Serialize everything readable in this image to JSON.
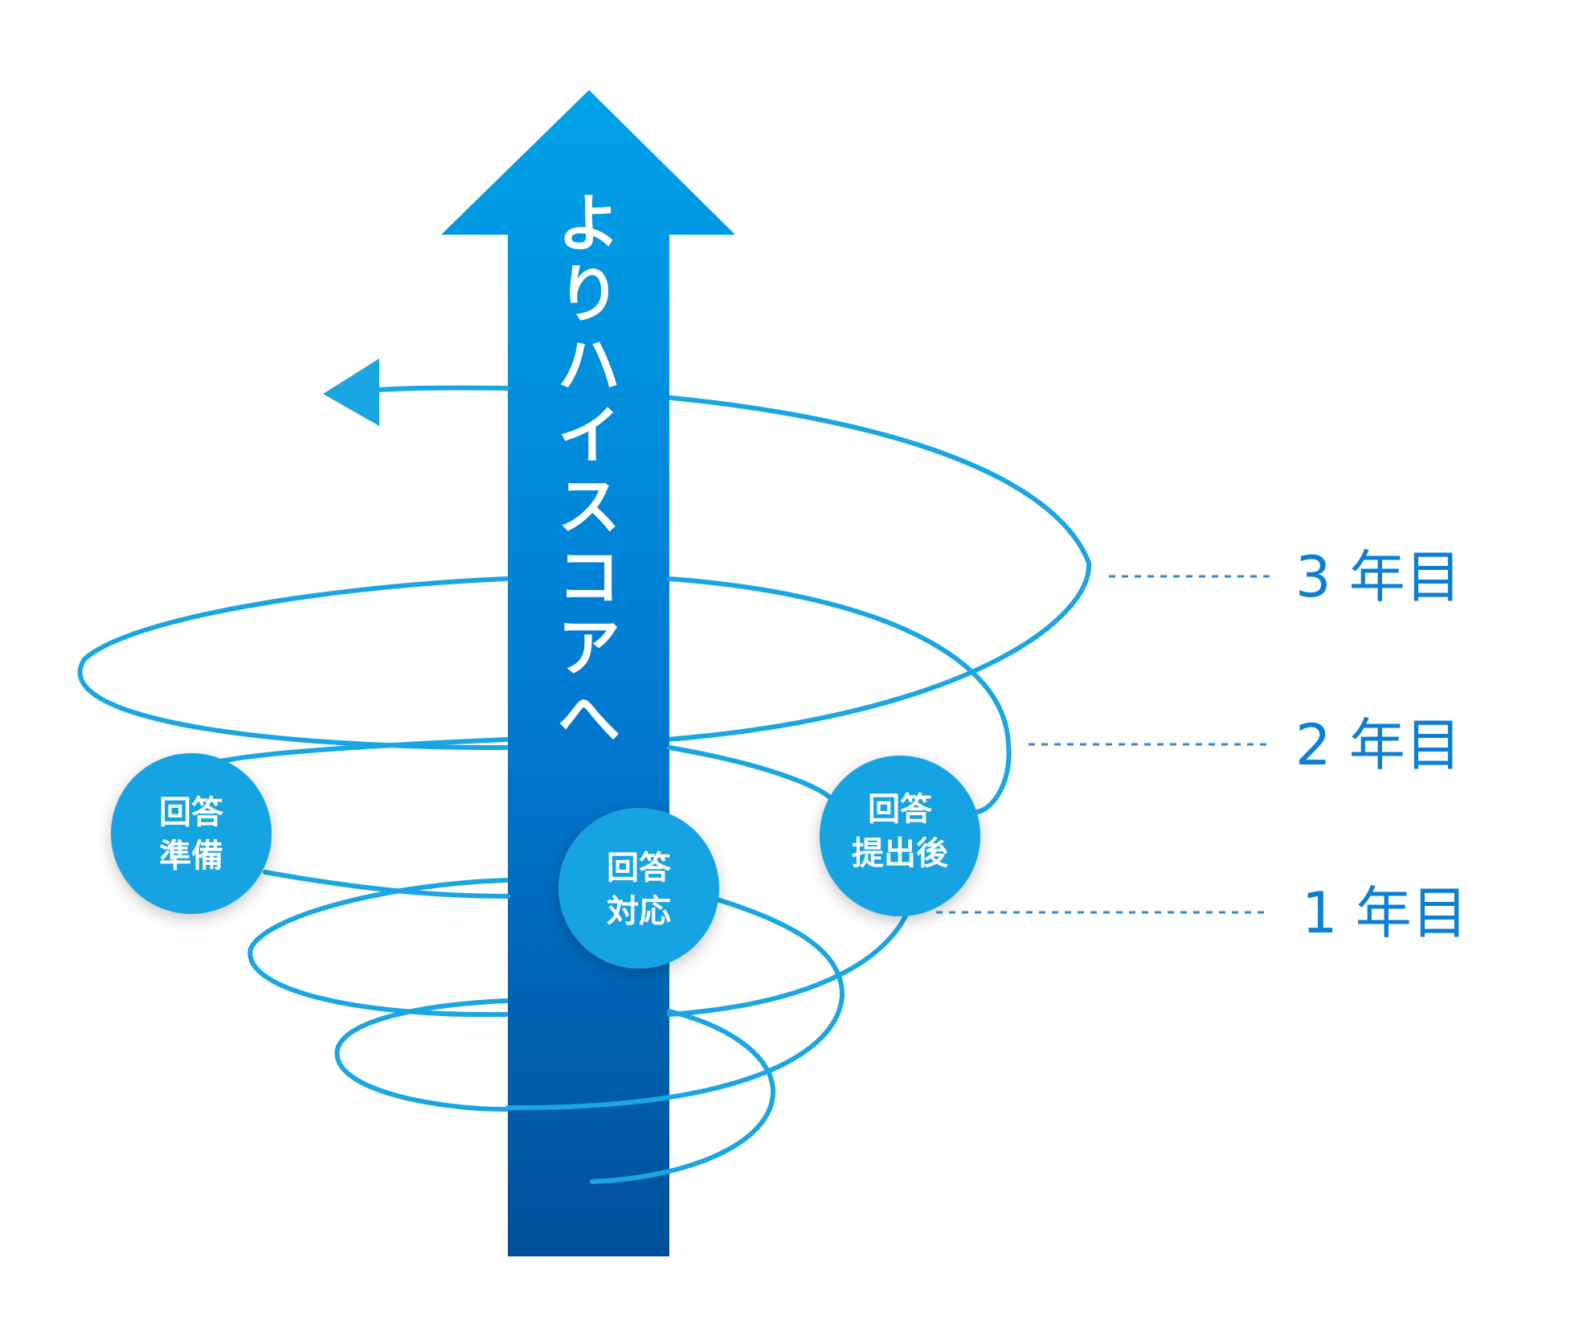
{
  "diagram": {
    "arrow_label": "よりハイスコアへ",
    "nodes": [
      {
        "id": "prep",
        "lines": [
          "回答",
          "準備"
        ]
      },
      {
        "id": "response",
        "lines": [
          "回答",
          "対応"
        ]
      },
      {
        "id": "after",
        "lines": [
          "回答",
          "提出後"
        ]
      }
    ],
    "years": [
      {
        "id": "year3",
        "label": "3 年目"
      },
      {
        "id": "year2",
        "label": "2 年目"
      },
      {
        "id": "year1",
        "label": "1 年目"
      }
    ],
    "colors": {
      "arrow_top": "#00a0e6",
      "arrow_bottom": "#00509a",
      "spiral": "#1aa6e3",
      "node_fill": "#15a3e2",
      "year_text": "#0a7fd4",
      "leader": "#2a8ad8"
    }
  }
}
